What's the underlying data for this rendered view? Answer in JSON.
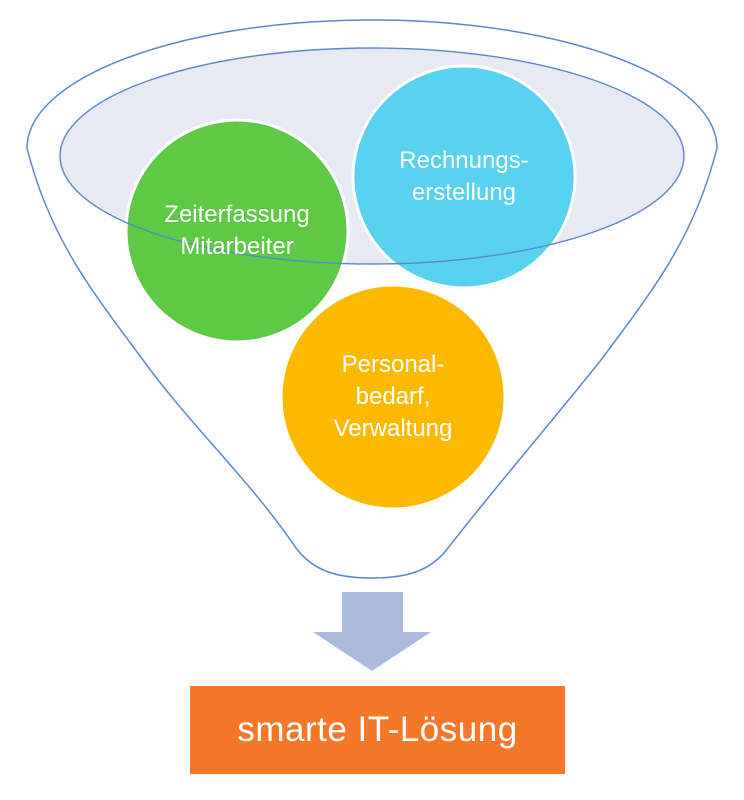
{
  "page": {
    "background_color": "#ffffff"
  },
  "funnel": {
    "outline_color": "#5b87c8",
    "basin_fill_color": "#e7eaf3",
    "circles": [
      {
        "name": "zeiterfassung-mitarbeiter",
        "label": "Zeiterfassung\nMitarbeiter",
        "fill_color": "#5ec944",
        "border_color": "#ffffff",
        "text_color": "#ffffff"
      },
      {
        "name": "rechnungserstellung",
        "label": "Rechnungs-\nerstellung",
        "fill_color": "#58d2ee",
        "border_color": "#ffffff",
        "text_color": "#ffffff"
      },
      {
        "name": "personalbedarf-verwaltung",
        "label": "Personal-\nbedarf,\nVerwaltung",
        "fill_color": "#fdb900",
        "border_color": "#ffffff",
        "text_color": "#ffffff"
      }
    ]
  },
  "arrow": {
    "direction": "down",
    "fill_color": "#acbade"
  },
  "result_box": {
    "label": "smarte IT-Lösung",
    "fill_color": "#f5782a",
    "text_color": "#ffffff"
  }
}
